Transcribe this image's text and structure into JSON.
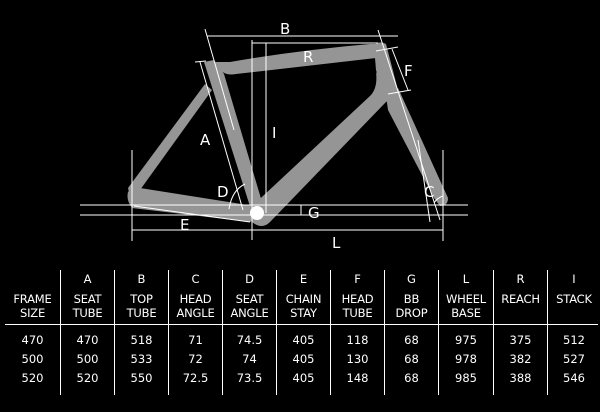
{
  "diagram": {
    "labels": {
      "A": "A",
      "B": "B",
      "C": "C",
      "D": "D",
      "E": "E",
      "F": "F",
      "G": "G",
      "I": "I",
      "L": "L",
      "R": "R"
    },
    "colors": {
      "frame": "#959595",
      "lines": "#ffffff",
      "background": "#000000"
    }
  },
  "table": {
    "columns": [
      {
        "letter": "",
        "label": [
          "FRAME",
          "SIZE"
        ]
      },
      {
        "letter": "A",
        "label": [
          "SEAT",
          "TUBE"
        ]
      },
      {
        "letter": "B",
        "label": [
          "TOP",
          "TUBE"
        ]
      },
      {
        "letter": "C",
        "label": [
          "HEAD",
          "ANGLE"
        ]
      },
      {
        "letter": "D",
        "label": [
          "SEAT",
          "ANGLE"
        ]
      },
      {
        "letter": "E",
        "label": [
          "CHAIN",
          "STAY"
        ]
      },
      {
        "letter": "F",
        "label": [
          "HEAD",
          "TUBE"
        ]
      },
      {
        "letter": "G",
        "label": [
          "BB",
          "DROP"
        ]
      },
      {
        "letter": "L",
        "label": [
          "WHEEL",
          "BASE"
        ]
      },
      {
        "letter": "R",
        "label": [
          "REACH",
          ""
        ]
      },
      {
        "letter": "I",
        "label": [
          "STACK",
          ""
        ]
      }
    ],
    "rows": [
      [
        "470",
        "470",
        "518",
        "71",
        "74.5",
        "405",
        "118",
        "68",
        "975",
        "375",
        "512"
      ],
      [
        "500",
        "500",
        "533",
        "72",
        "74",
        "405",
        "130",
        "68",
        "978",
        "382",
        "527"
      ],
      [
        "520",
        "520",
        "550",
        "72.5",
        "73.5",
        "405",
        "148",
        "68",
        "985",
        "388",
        "546"
      ]
    ]
  }
}
